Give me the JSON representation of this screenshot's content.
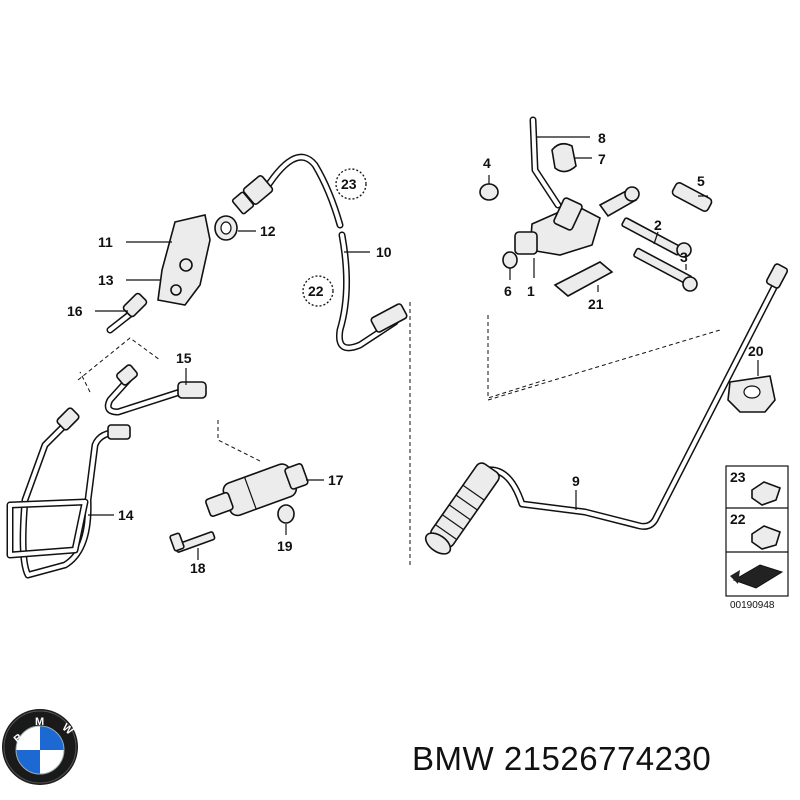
{
  "caption": {
    "brand": "BMW",
    "part_number": "21526774230"
  },
  "logo": {
    "letters": [
      "B",
      "M",
      "W"
    ]
  },
  "diagram_code": "00190948",
  "callouts": {
    "c1": "1",
    "c2": "2",
    "c3": "3",
    "c4": "4",
    "c5": "5",
    "c6": "6",
    "c7": "7",
    "c8": "8",
    "c9": "9",
    "c10": "10",
    "c11": "11",
    "c12": "12",
    "c13": "13",
    "c14": "14",
    "c15": "15",
    "c16": "16",
    "c17": "17",
    "c18": "18",
    "c19": "19",
    "c20": "20",
    "c21": "21",
    "c22": "22",
    "c23": "23",
    "legend_23": "23",
    "legend_22": "22"
  },
  "colors": {
    "line": "#111111",
    "part_fill": "#ececec",
    "logo_blue": "#1c69d4",
    "logo_ring": "#1a1a1a"
  }
}
